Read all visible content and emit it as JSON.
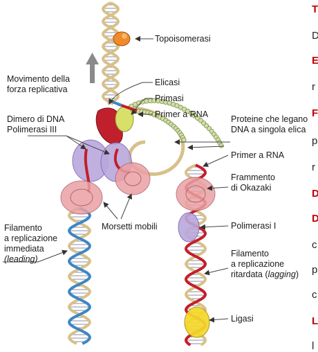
{
  "labels": {
    "topoisomerasi": "Topoisomerasi",
    "movimento_1": "Movimento della",
    "movimento_2": "forza replicativa",
    "elicasi": "Elicasi",
    "primasi": "Primasi",
    "primer_rna_top": "Primer a RNA",
    "dimero_1": "Dimero di DNA",
    "dimero_2": "Polimerasi III",
    "proteine_1": "Proteine che legano",
    "proteine_2": "DNA a singola elica",
    "primer_rna_right": "Primer a RNA",
    "frammento_1": "Frammento",
    "frammento_2": "di Okazaki",
    "leading_1": "Filamento",
    "leading_2": "a replicazione",
    "leading_3": "immediata",
    "leading_4": "(leading)",
    "morsetti": "Morsetti mobili",
    "polimerasi_1": "Polimerasi I",
    "lagging_1": "Filamento",
    "lagging_2": "a replicazione",
    "lagging_3_pre": "ritardata (",
    "lagging_3_it": "lagging",
    "lagging_3_post": ")",
    "ligasi": "Ligasi"
  },
  "side_letters": [
    {
      "text": "T",
      "color": "red"
    },
    {
      "text": "D",
      "color": "dark"
    },
    {
      "text": "E",
      "color": "red"
    },
    {
      "text": "r",
      "color": "dark"
    },
    {
      "text": "F",
      "color": "red"
    },
    {
      "text": "p",
      "color": "dark"
    },
    {
      "text": "r",
      "color": "dark"
    },
    {
      "text": "D",
      "color": "red"
    },
    {
      "text": "D",
      "color": "red"
    },
    {
      "text": "c",
      "color": "dark"
    },
    {
      "text": "p",
      "color": "dark"
    },
    {
      "text": "c",
      "color": "dark"
    },
    {
      "text": "L",
      "color": "red"
    },
    {
      "text": "l",
      "color": "dark"
    }
  ],
  "colors": {
    "parental_strand": "#d8c08a",
    "new_red": "#c41e2a",
    "new_blue": "#3d86c4",
    "rungs": "#8a8fa0",
    "topoisomerase": "#f08a2a",
    "helicase": "#c0202c",
    "primase": "#d8e06a",
    "pol3": "#b9a8dc",
    "clamp": "#eaa0a4",
    "ligase": "#f5d82a",
    "ssb": "#cfe0a8"
  }
}
